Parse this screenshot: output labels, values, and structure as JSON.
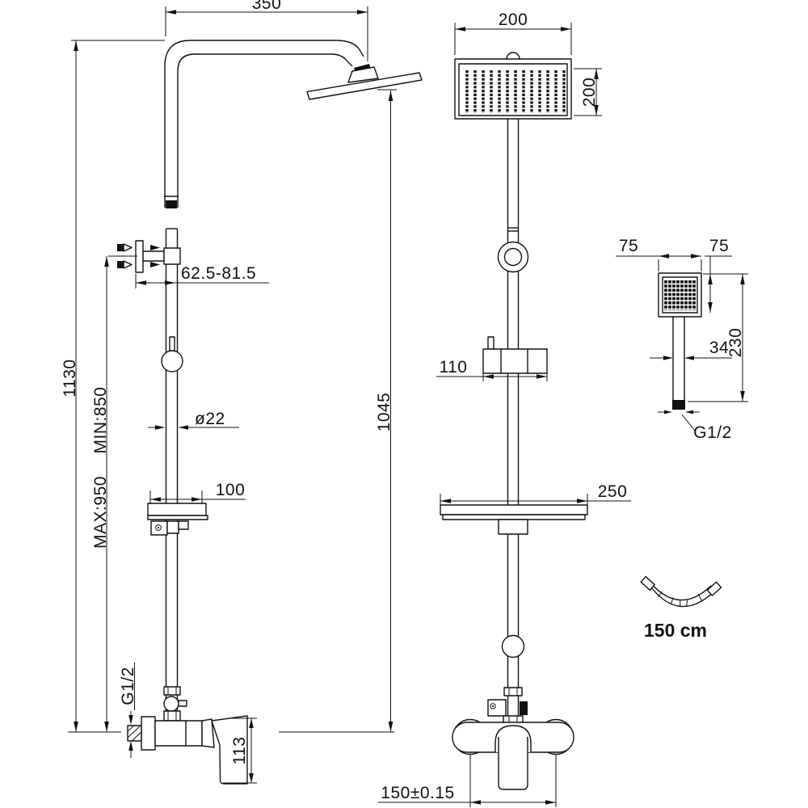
{
  "drawing": {
    "background": "#ffffff",
    "line_color": "#111111",
    "views": {
      "side": {
        "labels": {
          "arm_reach": "350",
          "overall_height": "1130",
          "rail_min": "MIN:850",
          "rail_max": "MAX:950",
          "bracket_offset": "62.5-81.5",
          "pipe_diameter": "ø22",
          "soap_dish_width": "100",
          "riser_height": "1045",
          "inlet_thread": "G1/2",
          "handle_height": "113"
        }
      },
      "front": {
        "labels": {
          "head_width": "200",
          "head_depth": "200",
          "holder_width": "110",
          "shelf_width": "250",
          "inlet_centers": "150±0.15"
        }
      },
      "hand_shower": {
        "labels": {
          "head_width": "75",
          "head_depth": "75",
          "total_length": "230",
          "handle_width": "34",
          "connector_thread": "G1/2"
        }
      },
      "hose": {
        "length_label": "150 cm"
      }
    }
  }
}
